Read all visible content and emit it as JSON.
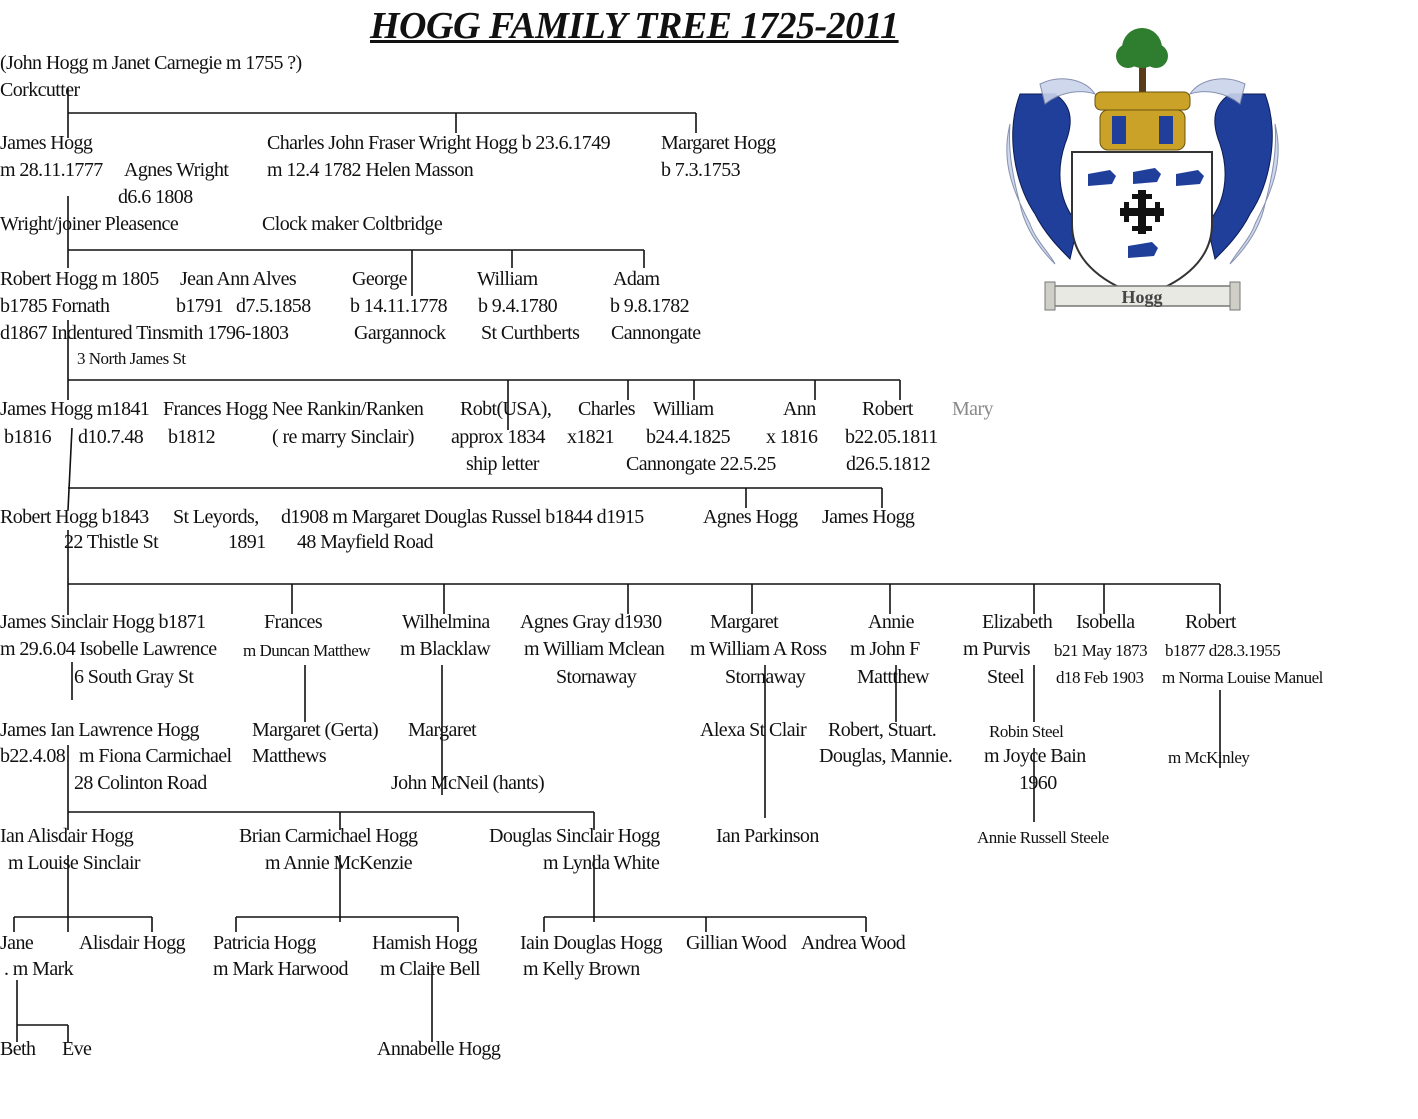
{
  "title": "HOGG FAMILY TREE 1725-2011",
  "crest": {
    "scroll_label": "Hogg",
    "colors": {
      "mantle": "#1f3f9a",
      "mantle_light": "#c9d3ea",
      "crown": "#c9a227",
      "tree": "#2f7d2f",
      "cross": "#111111"
    }
  },
  "rows": {
    "r0": [
      "(John Hogg m Janet Carnegie m 1755 ?)",
      "Corkcutter"
    ],
    "r1": [
      "James Hogg",
      "m 28.11.1777",
      "Agnes Wright",
      "d6.6 1808",
      "Wright/joiner Pleasence",
      "Charles John Fraser Wright Hogg b 23.6.1749",
      "m 12.4 1782 Helen Masson",
      "Clock maker Coltbridge",
      "Margaret Hogg",
      "b 7.3.1753"
    ],
    "r2": [
      "Robert Hogg m 1805",
      "Jean Ann Alves",
      "b1785 Fornath",
      "b1791",
      "d7.5.1858",
      "d1867 Indentured Tinsmith 1796-1803",
      "3 North James St",
      "George",
      "b 14.11.1778",
      "Gargannock",
      "William",
      "b 9.4.1780",
      "St Curthberts",
      "Adam",
      "b 9.8.1782",
      "Cannongate"
    ],
    "r3": [
      "James Hogg m1841",
      "Frances Hogg Nee Rankin/Ranken",
      "b1816",
      "d10.7.48",
      "b1812",
      "( re marry Sinclair)",
      "Robt(USA),",
      "approx 1834",
      "ship letter",
      "Charles",
      "x1821",
      "William",
      "b24.4.1825",
      "Cannongate 22.5.25",
      "Ann",
      "x 1816",
      "Robert",
      "b22.05.1811",
      "d26.5.1812",
      "Mary"
    ],
    "r4": [
      "Robert  Hogg b1843",
      "St Leyords,",
      "d1908 m Margaret Douglas Russel b1844 d1915",
      "22 Thistle St",
      "1891",
      "48 Mayfield Road",
      "Agnes Hogg",
      "James Hogg"
    ],
    "r5": [
      "James Sinclair Hogg b1871",
      "m 29.6.04 Isobelle Lawrence",
      "6 South Gray St",
      "Frances",
      "m Duncan Matthew",
      "Wilhelmina",
      "m Blacklaw",
      "Agnes Gray d1930",
      "m William Mclean",
      "Stornaway",
      "Margaret",
      "m William A Ross",
      "Stornaway",
      "Annie",
      "m John F",
      "Mattthew",
      "Elizabeth",
      "m Purvis",
      "Steel",
      "Isobella",
      "b21 May 1873",
      "d18 Feb 1903",
      "Robert",
      "b1877  d28.3.1955",
      "m Norma Louise Manuel"
    ],
    "r6": [
      "James Ian Lawrence Hogg",
      "b22.4.08",
      "m Fiona Carmichael",
      "28 Colinton Road",
      "Margaret (Gerta)",
      "Matthews",
      "Margaret",
      "John McNeil  (hants)",
      "Alexa St Clair",
      "Robert, Stuart.",
      "Douglas, Mannie.",
      "Robin Steel",
      "m Joyce Bain",
      "1960",
      "m McKinley"
    ],
    "r7": [
      "Ian Alisdair Hogg",
      "m Louise Sinclair",
      "Brian Carmichael Hogg",
      "m Annie McKenzie",
      "Douglas Sinclair Hogg",
      "m Lynda White",
      "Ian Parkinson",
      "Annie Russell Steele"
    ],
    "r8": [
      "Jane",
      ". m Mark",
      "Alisdair Hogg",
      "Patricia Hogg",
      "m  Mark Harwood",
      "Hamish Hogg",
      "m Claire Bell",
      "Iain Douglas Hogg",
      "m Kelly Brown",
      "Gillian Wood",
      "Andrea Wood"
    ],
    "r9": [
      "Beth",
      "Eve",
      "Annabelle Hogg"
    ]
  }
}
